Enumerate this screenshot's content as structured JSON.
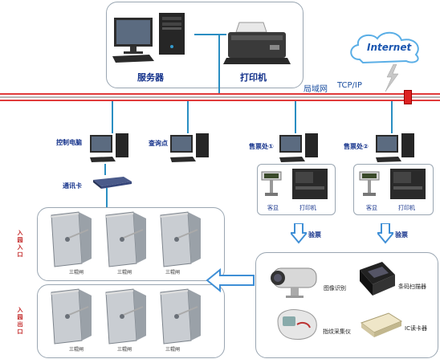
{
  "server_room": {
    "server_label": "服务器",
    "printer_label": "打印机"
  },
  "internet": {
    "label": "Internet"
  },
  "network": {
    "lan_label": "局域网",
    "protocol_label": "TCP/IP"
  },
  "nodes": {
    "control_pc": "控制电脑",
    "query_point": "查询点",
    "ticket_office_1": "售票处①",
    "ticket_office_2": "售票处②",
    "comm_card": "通讯卡"
  },
  "ticket_devices": {
    "customer_display": "客显",
    "printer": "打印机"
  },
  "flow": {
    "verify_label_1": "验票",
    "verify_label_2": "验票"
  },
  "gates": {
    "entrance_label": "入园入口",
    "exit_label": "入园出口",
    "entrance_gates": [
      "三辊闸",
      "三辊闸",
      "三辊闸"
    ],
    "exit_gates": [
      "三辊闸",
      "三辊闸",
      "三辊闸"
    ]
  },
  "verification_devices": {
    "image_recognition": "图像识别",
    "barcode_scanner": "条码扫描器",
    "fingerprint": "指纹采集仪",
    "ic_reader": "IC读卡器"
  },
  "colors": {
    "lan_red": "#e03a3a",
    "link_blue": "#2a8ec2",
    "label_navy": "#12308a",
    "arrow_blue": "#3f8fd6"
  }
}
